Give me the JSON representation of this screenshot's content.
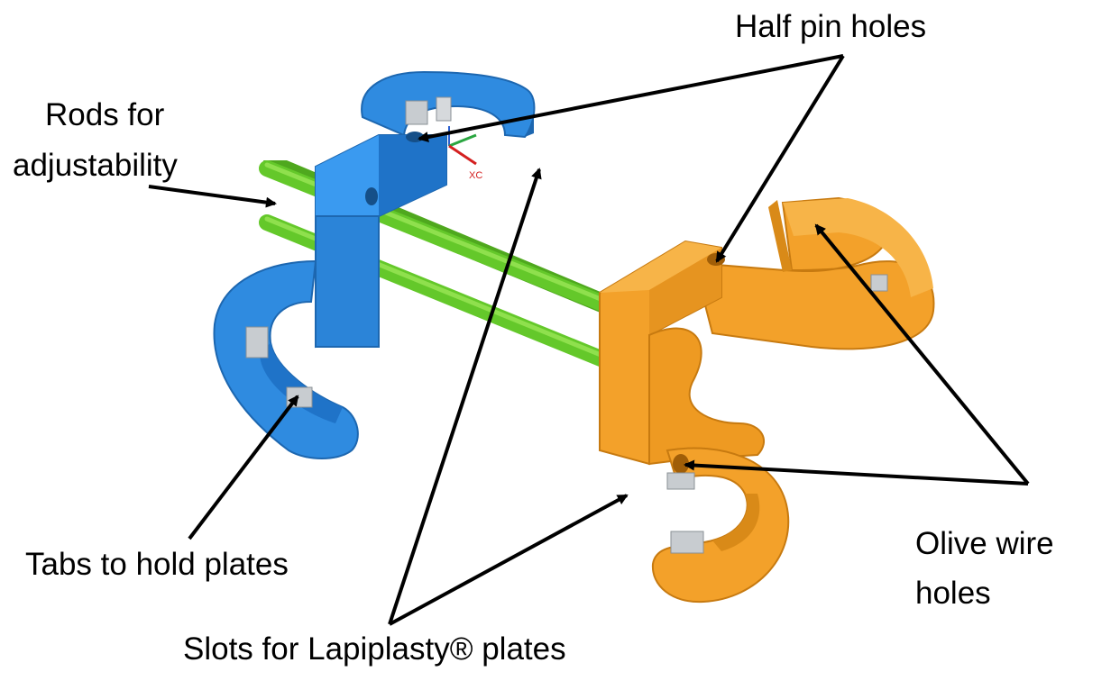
{
  "labels": {
    "half_pin_holes": "Half pin holes",
    "rods_line1": "Rods for",
    "rods_line2": "adjustability",
    "tabs": "Tabs to hold plates",
    "slots": "Slots for Lapiplasty® plates",
    "olive_line1": "Olive wire",
    "olive_line2": "holes",
    "axis_label": "XC"
  },
  "colors": {
    "blue_part": "#2f8be0",
    "orange_part": "#f3a12a",
    "rods": "#6ccc29",
    "tabs": "#c8ccd0",
    "arrows": "#000000"
  }
}
